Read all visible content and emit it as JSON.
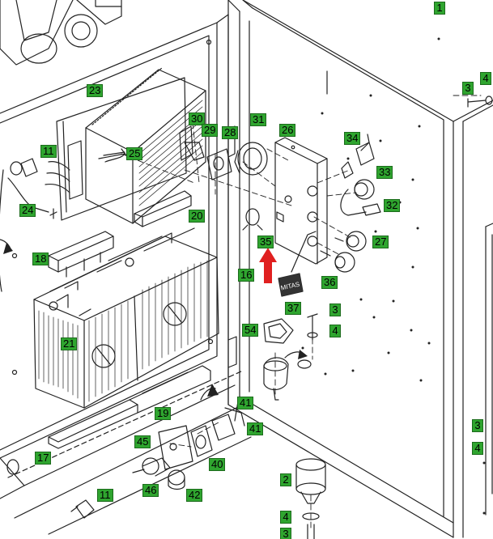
{
  "callouts": [
    {
      "id": "c1",
      "text": "1"
    },
    {
      "id": "c3a",
      "text": "3"
    },
    {
      "id": "c4a",
      "text": "4"
    },
    {
      "id": "c23",
      "text": "23"
    },
    {
      "id": "c30",
      "text": "30"
    },
    {
      "id": "c29",
      "text": "29"
    },
    {
      "id": "c28",
      "text": "28"
    },
    {
      "id": "c31",
      "text": "31"
    },
    {
      "id": "c26",
      "text": "26"
    },
    {
      "id": "c34",
      "text": "34"
    },
    {
      "id": "c11a",
      "text": "11"
    },
    {
      "id": "c25",
      "text": "25"
    },
    {
      "id": "c33",
      "text": "33"
    },
    {
      "id": "c24",
      "text": "24"
    },
    {
      "id": "c32",
      "text": "32"
    },
    {
      "id": "c20",
      "text": "20"
    },
    {
      "id": "c35",
      "text": "35"
    },
    {
      "id": "c27",
      "text": "27"
    },
    {
      "id": "c18",
      "text": "18"
    },
    {
      "id": "c16",
      "text": "16"
    },
    {
      "id": "c36",
      "text": "36"
    },
    {
      "id": "c37",
      "text": "37"
    },
    {
      "id": "c3b",
      "text": "3"
    },
    {
      "id": "c54",
      "text": "54"
    },
    {
      "id": "c4b",
      "text": "4"
    },
    {
      "id": "c21",
      "text": "21"
    },
    {
      "id": "c41a",
      "text": "41"
    },
    {
      "id": "c19",
      "text": "19"
    },
    {
      "id": "c41b",
      "text": "41"
    },
    {
      "id": "c3c",
      "text": "3"
    },
    {
      "id": "c45",
      "text": "45"
    },
    {
      "id": "c17",
      "text": "17"
    },
    {
      "id": "c4c",
      "text": "4"
    },
    {
      "id": "c40",
      "text": "40"
    },
    {
      "id": "c2",
      "text": "2"
    },
    {
      "id": "c46",
      "text": "46"
    },
    {
      "id": "c42",
      "text": "42"
    },
    {
      "id": "c11b",
      "text": "11"
    },
    {
      "id": "c4d",
      "text": "4"
    },
    {
      "id": "c3d",
      "text": "3"
    }
  ],
  "part_decal_text": "MITAS"
}
